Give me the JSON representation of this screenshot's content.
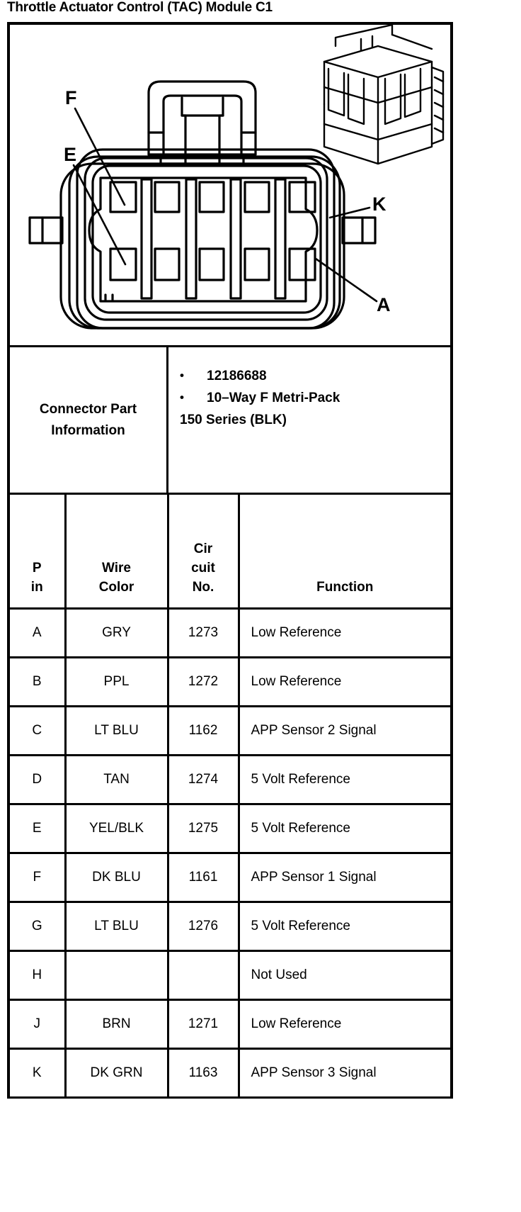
{
  "document": {
    "title": "Throttle Actuator Control (TAC) Module C1"
  },
  "diagram": {
    "callouts": [
      {
        "label": "F",
        "position": "upper-left"
      },
      {
        "label": "E",
        "position": "left"
      },
      {
        "label": "K",
        "position": "upper-right"
      },
      {
        "label": "A",
        "position": "lower-right"
      }
    ],
    "views": [
      {
        "name": "front-face-view"
      },
      {
        "name": "isometric-connector-view"
      }
    ],
    "cavity_rows": 2,
    "cavity_columns": 5
  },
  "connector_part_information": {
    "label_line1": "Connector Part",
    "label_line2": "Information",
    "bullets": [
      "12186688",
      "10–Way F Metri-Pack"
    ],
    "continuation": "150 Series (BLK)"
  },
  "pin_table": {
    "headers": {
      "pin": {
        "line1": "P",
        "line2": "in"
      },
      "wire_color": {
        "line1": "Wire",
        "line2": "Color"
      },
      "circuit_no": {
        "line1": "Cir",
        "line2": "cuit",
        "line3": "No."
      },
      "function": "Function"
    },
    "rows": [
      {
        "pin": "A",
        "color": "GRY",
        "circuit": "1273",
        "function": "Low Reference"
      },
      {
        "pin": "B",
        "color": "PPL",
        "circuit": "1272",
        "function": "Low Reference"
      },
      {
        "pin": "C",
        "color": "LT BLU",
        "circuit": "1162",
        "function": "APP Sensor 2 Signal"
      },
      {
        "pin": "D",
        "color": "TAN",
        "circuit": "1274",
        "function": "5 Volt Reference"
      },
      {
        "pin": "E",
        "color": "YEL/BLK",
        "circuit": "1275",
        "function": "5 Volt Reference"
      },
      {
        "pin": "F",
        "color": "DK BLU",
        "circuit": "1161",
        "function": "APP Sensor 1 Signal"
      },
      {
        "pin": "G",
        "color": "LT BLU",
        "circuit": "1276",
        "function": "5 Volt Reference"
      },
      {
        "pin": "H",
        "color": "",
        "circuit": "",
        "function": "Not Used"
      },
      {
        "pin": "J",
        "color": "BRN",
        "circuit": "1271",
        "function": "Low Reference"
      },
      {
        "pin": "K",
        "color": "DK GRN",
        "circuit": "1163",
        "function": "APP Sensor 3 Signal"
      }
    ]
  }
}
